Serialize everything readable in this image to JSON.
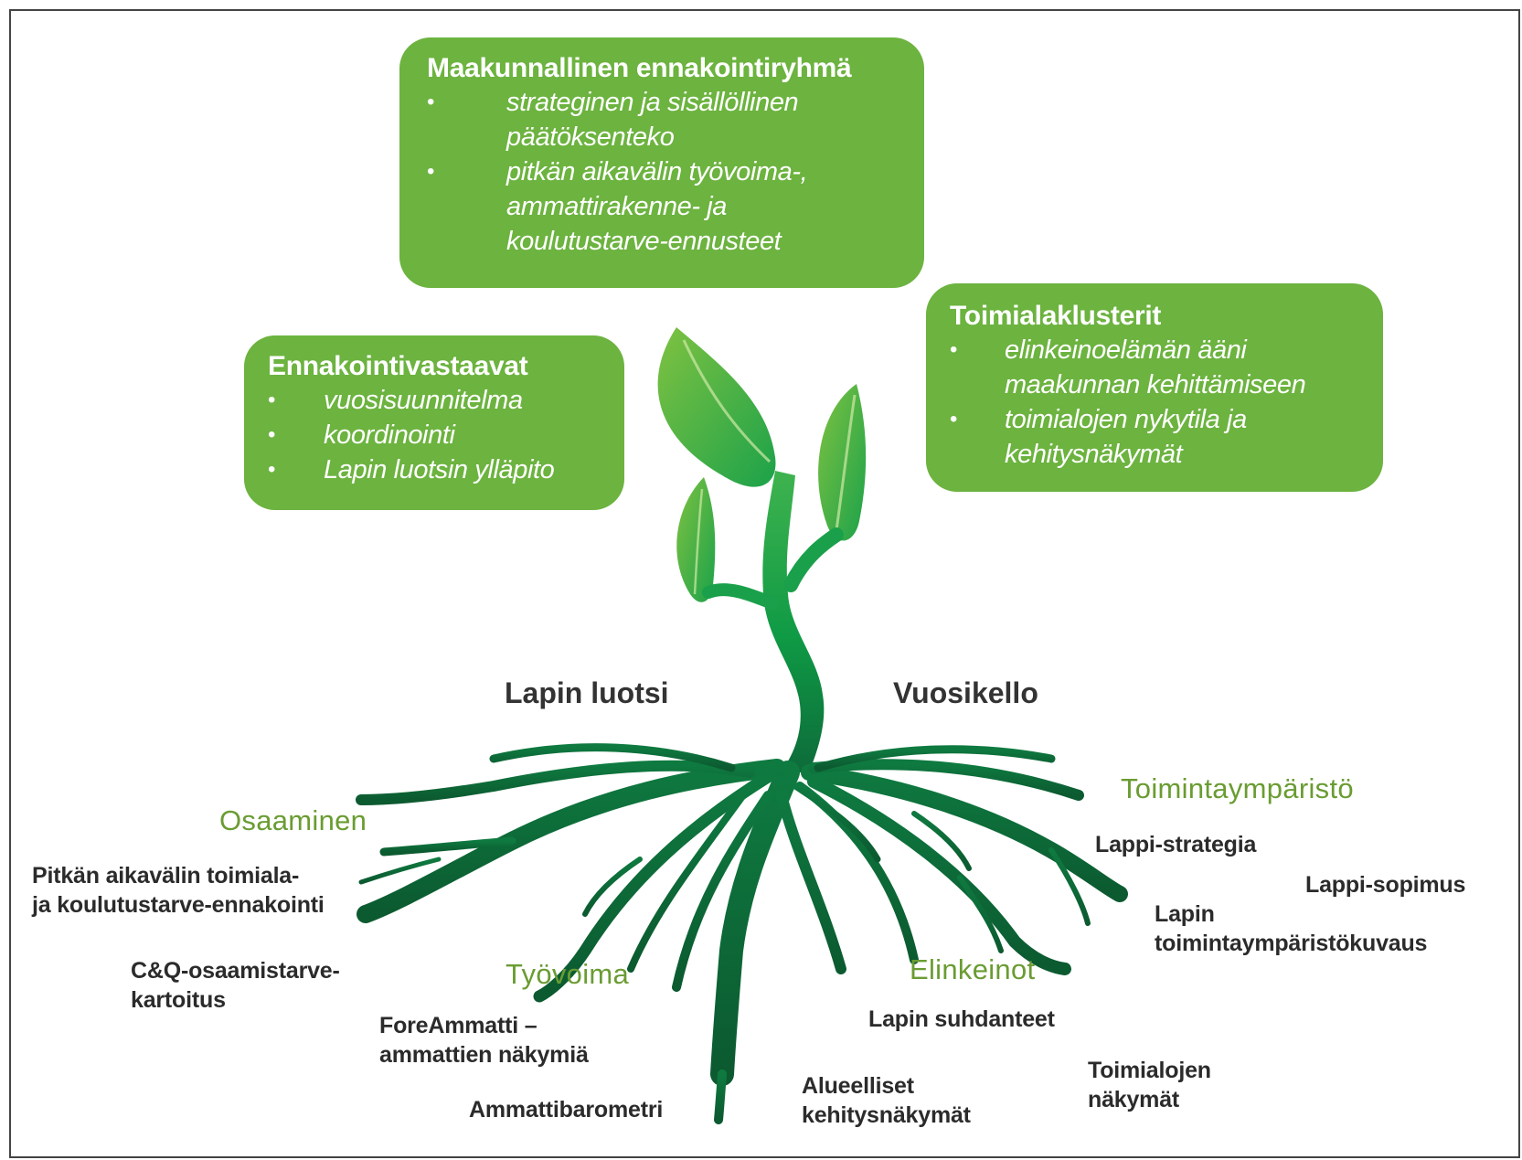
{
  "colors": {
    "box_fill": "#6cb33f",
    "category_text": "#6a9c32",
    "root_dark": "#0e5a33",
    "stem_green": "#13a54a",
    "leaf_light": "#8dc63f"
  },
  "boxes": {
    "main": {
      "title": "Maakunnallinen ennakointiryhmä",
      "items": [
        {
          "lines": [
            "strateginen ja sisällöllinen",
            "päätöksenteko"
          ]
        },
        {
          "lines": [
            "pitkän aikavälin työvoima-,",
            "ammattirakenne- ja",
            "koulutustarve-ennusteet"
          ]
        }
      ]
    },
    "left": {
      "title": "Ennakointivastaavat",
      "items": [
        {
          "lines": [
            "vuosisuunnitelma"
          ]
        },
        {
          "lines": [
            "koordinointi"
          ]
        },
        {
          "lines": [
            "Lapin luotsin ylläpito"
          ]
        }
      ]
    },
    "right": {
      "title": "Toimialaklusterit",
      "items": [
        {
          "lines": [
            "elinkeinoelämän ääni",
            "maakunnan kehittämiseen"
          ]
        },
        {
          "lines": [
            "toimialojen nykytila ja",
            "kehitysnäkymät"
          ]
        }
      ]
    }
  },
  "bullet": "•",
  "headings": {
    "left": "Lapin luotsi",
    "right": "Vuosikello"
  },
  "categories": {
    "osaaminen": "Osaaminen",
    "tyovoima": "Työvoima",
    "elinkeinot": "Elinkeinot",
    "toimintaymparisto": "Toimintaympäristö"
  },
  "items": {
    "pitkan_1": "Pitkän aikavälin toimiala-",
    "pitkan_2": "ja koulutustarve-ennakointi",
    "cq_1": "C&Q-osaamistarve-",
    "cq_2": "kartoitus",
    "fore_1": "ForeAmmatti –",
    "fore_2": "ammattien näkymiä",
    "ammattibarometri": "Ammattibarometri",
    "alueelliset_1": "Alueelliset",
    "alueelliset_2": "kehitysnäkymät",
    "suhdanteet": "Lapin suhdanteet",
    "toimialojen_1": "Toimialojen",
    "toimialojen_2": "näkymät",
    "lappi_strategia": "Lappi-strategia",
    "lappi_sopimus": "Lappi-sopimus",
    "toimintaymparistokuvaus_1": "Lapin",
    "toimintaymparistokuvaus_2": "toimintaympäristökuvaus"
  }
}
